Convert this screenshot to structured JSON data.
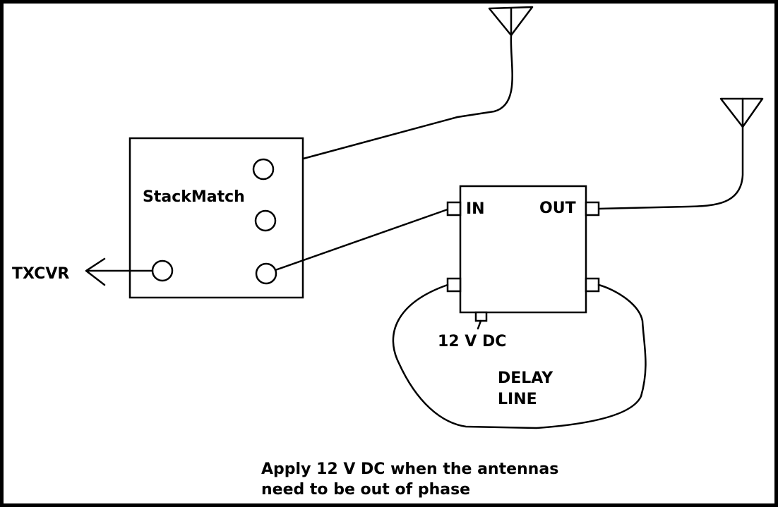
{
  "labels": {
    "stackmatch": "StackMatch",
    "txcvr": "TXCVR",
    "in": "IN",
    "out": "OUT",
    "power": "12 V DC",
    "delay_line_1": "DELAY",
    "delay_line_2": "LINE"
  },
  "note": {
    "line1": "Apply 12 V DC when the antennas",
    "line2": "need to be out of phase"
  },
  "colors": {
    "ink": "#000000",
    "paper": "#ffffff"
  }
}
